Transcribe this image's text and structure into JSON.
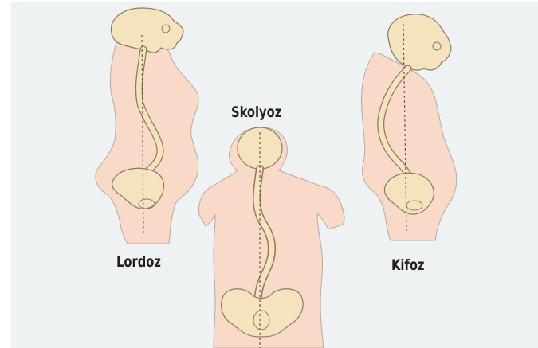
{
  "figures": [
    {
      "id": "lordoz",
      "label": "Lordoz"
    },
    {
      "id": "skolyoz",
      "label": "Skolyoz"
    },
    {
      "id": "kifoz",
      "label": "Kifoz"
    }
  ],
  "colors": {
    "background": "#eef2f2",
    "body": "#f9d9c8",
    "body_outline": "#b7a9a0",
    "bone": "#f5e3bd",
    "bone_outline": "#8d7a60",
    "axis_line": "#6b5a4a",
    "label_text": "#231f20"
  }
}
